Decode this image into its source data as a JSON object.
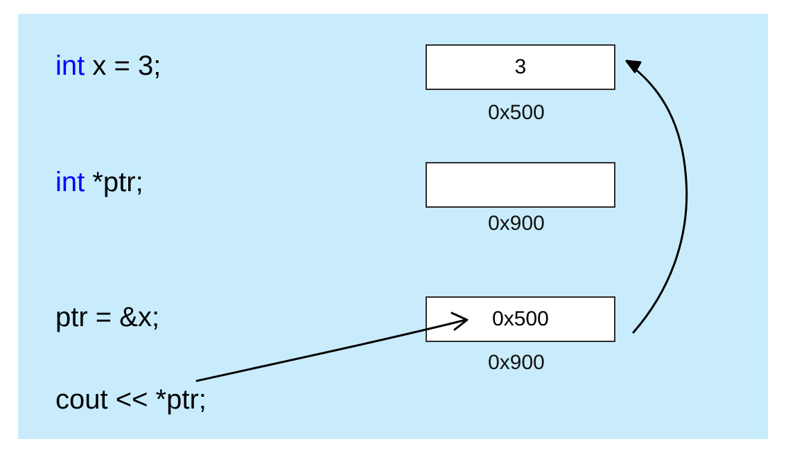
{
  "code": {
    "line1": {
      "keyword": "int",
      "rest": " x = 3;"
    },
    "line2": {
      "keyword": "int",
      "rest": " *ptr;"
    },
    "line3": {
      "text": "ptr = &x;"
    },
    "line4": {
      "text": "cout << *ptr;"
    }
  },
  "memory": {
    "cells": [
      {
        "value": "3",
        "address": "0x500"
      },
      {
        "value": "",
        "address": "0x900"
      },
      {
        "value": "0x500",
        "address": "0x900"
      }
    ]
  },
  "colors": {
    "background": "#c8ecfb",
    "keyword": "#0000ff",
    "text": "#000000"
  }
}
